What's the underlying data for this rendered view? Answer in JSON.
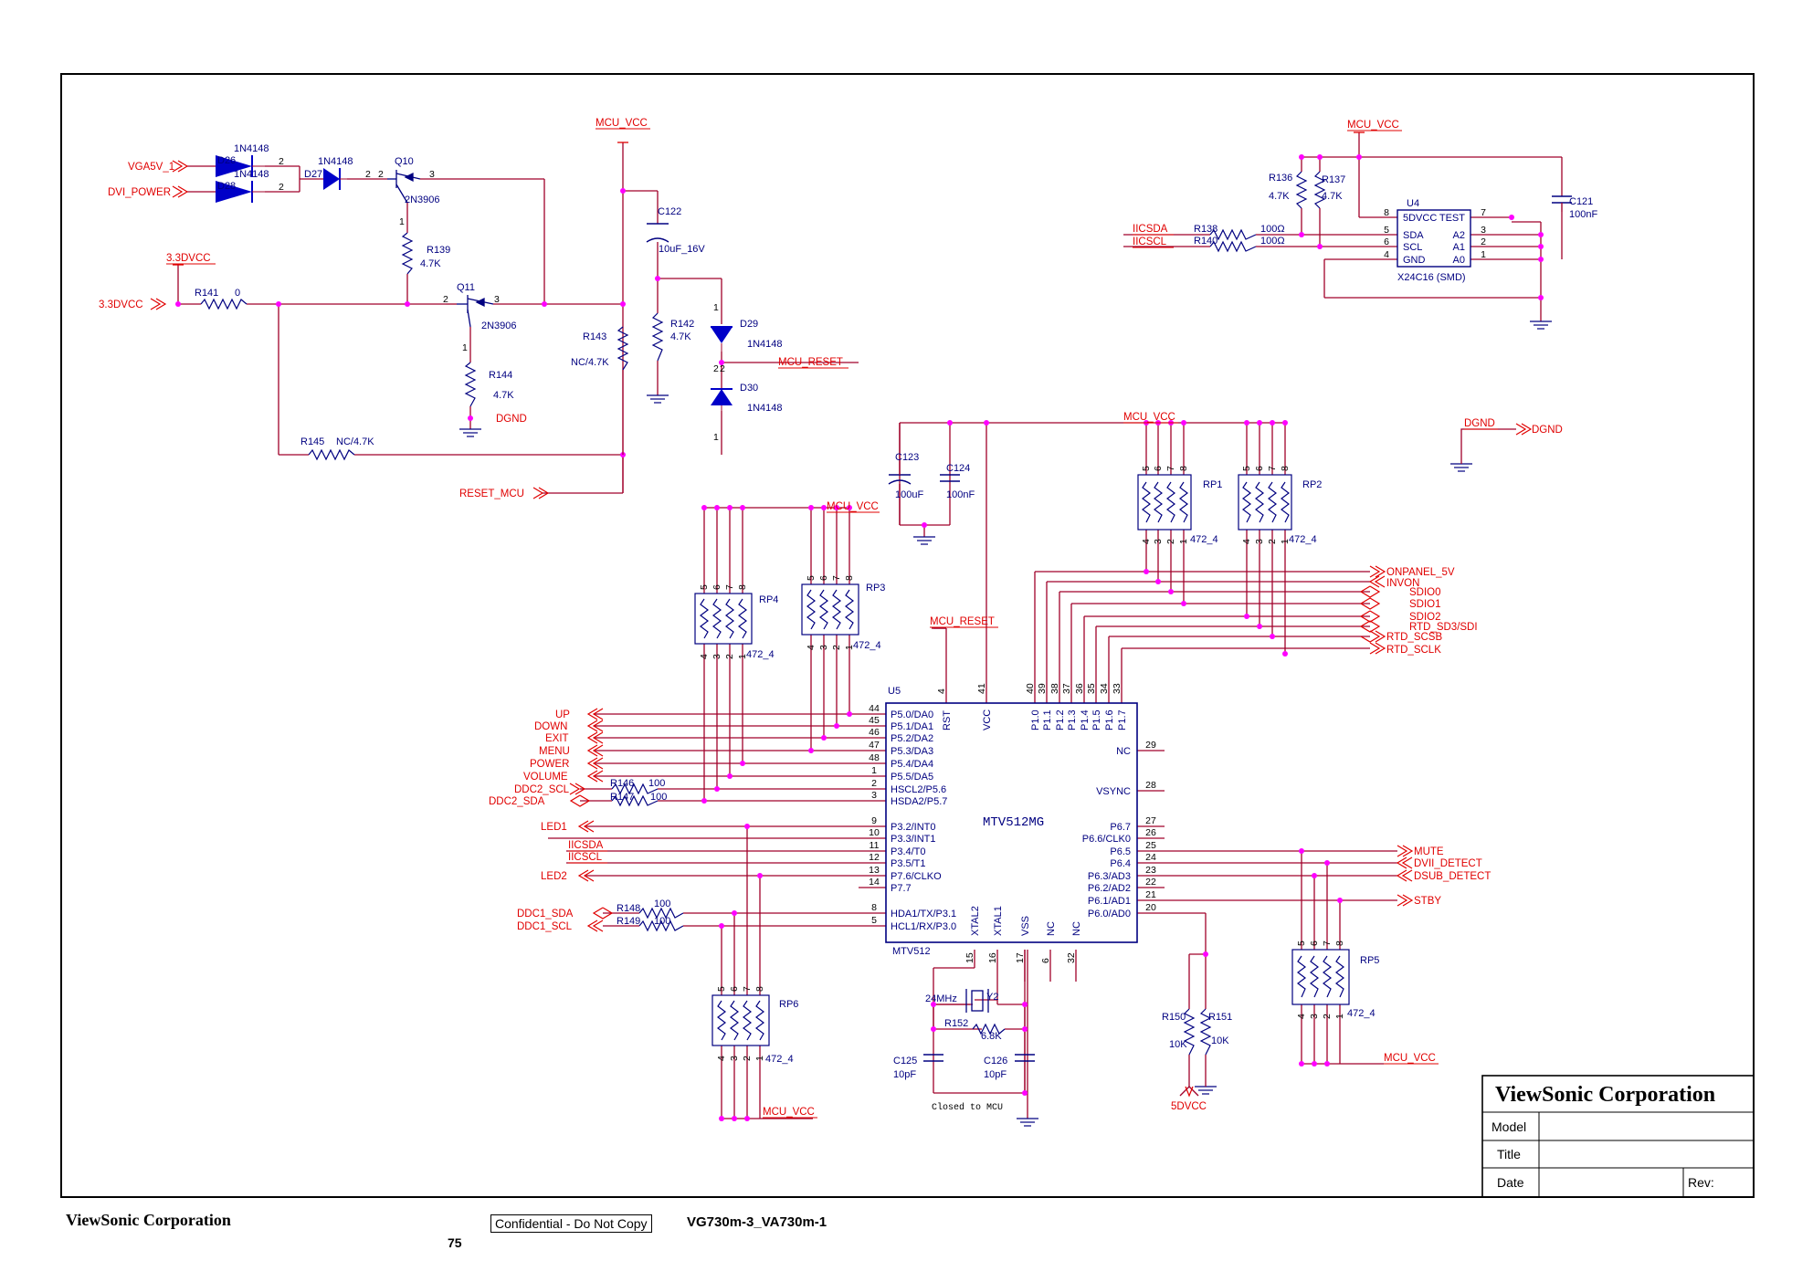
{
  "colors": {
    "wire": "#a0002a",
    "net": "#e00000",
    "part": "#000080",
    "pin": "#000000",
    "junction": "#ff00ff",
    "diode": "#0000c8"
  },
  "icons": [
    "ground-icon",
    "arrow-port-icon",
    "resistor-icon",
    "diode-icon",
    "capacitor-icon",
    "transistor-icon"
  ],
  "nets": {
    "vga5v_1": "VGA5V_1",
    "dvi_power": "DVI_POWER",
    "vcc33_port": "3.3DVCC",
    "vcc33_top": "3.3DVCC",
    "mcu_vcc_top": "MCU_VCC",
    "mcu_reset_top": "MCU_RESET",
    "reset_mcu": "RESET_MCU",
    "dgnd1": "DGND",
    "mcu_vcc_eeprom": "MCU_VCC",
    "iicsda": "IICSDA",
    "iicscl": "IICSCL",
    "mcu_vcc_rp": "MCU_VCC",
    "dgnd2": "DGND",
    "dgnd2_port": "DGND",
    "mcu_vcc_rp3": "MCU_VCC",
    "mcu_reset_u5": "MCU_RESET",
    "mcu_vcc_rp6": "MCU_VCC",
    "mcu_vcc_rp5": "MCU_VCC",
    "dvcc5": "5DVCC",
    "onpanel": "ONPANEL_5V",
    "invon": "INVON",
    "sdio0": "SDIO0",
    "sdio1": "SDIO1",
    "sdio2": "SDIO2",
    "rtd_sd3": "RTD_SD3/SDI",
    "rtd_scsb": "RTD_SCSB",
    "rtd_sclk": "RTD_SCLK",
    "mute": "MUTE",
    "dvii": "DVII_DETECT",
    "dsub": "DSUB_DETECT",
    "stby": "STBY",
    "up": "UP",
    "down": "DOWN",
    "exit": "EXIT",
    "menu": "MENU",
    "power": "POWER",
    "volume": "VOLUME",
    "ddc2_scl": "DDC2_SCL",
    "ddc2_sda": "DDC2_SDA",
    "led1": "LED1",
    "iicsda_u5": "IICSDA",
    "iicscl_u5": "IICSCL",
    "led2": "LED2",
    "ddc1_sda": "DDC1_SDA",
    "ddc1_scl": "DDC1_SCL"
  },
  "parts": {
    "d26_ref": "D26",
    "d26_val": "1N4148",
    "d28_ref": "D28",
    "d28_val": "1N4148",
    "d27_ref": "D27",
    "d27_val": "1N4148",
    "q10_ref": "Q10",
    "q10_val": "2N3906",
    "r139_ref": "R139",
    "r139_val": "4.7K",
    "r141_ref": "R141",
    "r141_val": "0",
    "q11_ref": "Q11",
    "q11_val": "2N3906",
    "r144_ref": "R144",
    "r144_val": "4.7K",
    "r145_ref": "R145",
    "r145_val": "NC/4.7K",
    "r143_ref": "R143",
    "r143_val": "NC/4.7K",
    "c122_ref": "C122",
    "c122_val": "10uF_16V",
    "r142_ref": "R142",
    "r142_val": "4.7K",
    "d29_ref": "D29",
    "d29_val": "1N4148",
    "d30_ref": "D30",
    "d30_val": "1N4148",
    "r136_ref": "R136",
    "r136_val": "4.7K",
    "r137_ref": "R137",
    "r137_val": "4.7K",
    "r138_ref": "R138",
    "r138_val": "100Ω",
    "r140_ref": "R140",
    "r140_val": "100Ω",
    "u4_ref": "U4",
    "u4_val": "X24C16 (SMD)",
    "c121_ref": "C121",
    "c121_val": "100nF",
    "c123_ref": "C123",
    "c123_val": "100uF",
    "c124_ref": "C124",
    "c124_val": "100nF",
    "rp1_ref": "RP1",
    "rp1_val": "472_4",
    "rp2_ref": "RP2",
    "rp2_val": "472_4",
    "rp3_ref": "RP3",
    "rp3_val": "472_4",
    "rp4_ref": "RP4",
    "rp4_val": "472_4",
    "rp5_ref": "RP5",
    "rp5_val": "472_4",
    "rp6_ref": "RP6",
    "rp6_val": "472_4",
    "u5_ref": "U5",
    "u5_val": "MTV512",
    "u5_name": "MTV512MG",
    "r146_ref": "R146",
    "r146_val": "100",
    "r147_ref": "R147",
    "r147_val": "100",
    "r148_ref": "R148",
    "r148_val": "100",
    "r149_ref": "R149",
    "r149_val": "100",
    "y2_ref": "Y2",
    "y2_val": "24MHz",
    "r152_ref": "R152",
    "r152_val": "6.8K",
    "c125_ref": "C125",
    "c125_val": "10pF",
    "c126_ref": "C126",
    "c126_val": "10pF",
    "r150_ref": "R150",
    "r150_val": "10K",
    "r151_ref": "R151",
    "r151_val": "10K",
    "closed_note": "Closed to MCU"
  },
  "u4_pins": {
    "left": [
      {
        "num": "8",
        "name": "5DVCC"
      },
      {
        "num": "5",
        "name": "SDA"
      },
      {
        "num": "6",
        "name": "SCL"
      },
      {
        "num": "4",
        "name": "GND"
      }
    ],
    "right": [
      {
        "num": "7",
        "name": "TEST"
      },
      {
        "num": "3",
        "name": "A2"
      },
      {
        "num": "2",
        "name": "A1"
      },
      {
        "num": "1",
        "name": "A0"
      }
    ]
  },
  "u5_pins": {
    "left": [
      {
        "num": "44",
        "name": "P5.0/DA0"
      },
      {
        "num": "45",
        "name": "P5.1/DA1"
      },
      {
        "num": "46",
        "name": "P5.2/DA2"
      },
      {
        "num": "47",
        "name": "P5.3/DA3"
      },
      {
        "num": "48",
        "name": "P5.4/DA4"
      },
      {
        "num": "1",
        "name": "P5.5/DA5"
      },
      {
        "num": "2",
        "name": "HSCL2/P5.6"
      },
      {
        "num": "3",
        "name": "HSDA2/P5.7"
      },
      {
        "num": "9",
        "name": "P3.2/INT0"
      },
      {
        "num": "10",
        "name": "P3.3/INT1"
      },
      {
        "num": "11",
        "name": "P3.4/T0"
      },
      {
        "num": "12",
        "name": "P3.5/T1"
      },
      {
        "num": "13",
        "name": "P7.6/CLKO"
      },
      {
        "num": "14",
        "name": "P7.7"
      },
      {
        "num": "8",
        "name": "HDA1/TX/P3.1"
      },
      {
        "num": "5",
        "name": "HCL1/RX/P3.0"
      }
    ],
    "right": [
      {
        "num": "29",
        "name": "NC"
      },
      {
        "num": "28",
        "name": "VSYNC"
      },
      {
        "num": "27",
        "name": "P6.7"
      },
      {
        "num": "26",
        "name": "P6.6/CLK0"
      },
      {
        "num": "25",
        "name": "P6.5"
      },
      {
        "num": "24",
        "name": "P6.4"
      },
      {
        "num": "23",
        "name": "P6.3/AD3"
      },
      {
        "num": "22",
        "name": "P6.2/AD2"
      },
      {
        "num": "21",
        "name": "P6.1/AD1"
      },
      {
        "num": "20",
        "name": "P6.0/AD0"
      }
    ],
    "top": [
      {
        "num": "4",
        "name": "RST"
      },
      {
        "num": "41",
        "name": "VCC"
      },
      {
        "num": "40",
        "name": "P1.0"
      },
      {
        "num": "39",
        "name": "P1.1"
      },
      {
        "num": "38",
        "name": "P1.2"
      },
      {
        "num": "37",
        "name": "P1.3"
      },
      {
        "num": "36",
        "name": "P1.4"
      },
      {
        "num": "35",
        "name": "P1.5"
      },
      {
        "num": "34",
        "name": "P1.6"
      },
      {
        "num": "33",
        "name": "P1.7"
      }
    ],
    "bottom": [
      {
        "num": "15",
        "name": "XTAL2"
      },
      {
        "num": "16",
        "name": "XTAL1"
      },
      {
        "num": "17",
        "name": "VSS"
      },
      {
        "num": "6",
        "name": "NC"
      },
      {
        "num": "32",
        "name": "NC"
      }
    ]
  },
  "rp_pins": {
    "top": [
      "5",
      "6",
      "7",
      "8"
    ],
    "bottom": [
      "4",
      "3",
      "2",
      "1"
    ]
  },
  "pin_nums": {
    "d26_2": "2",
    "d28_2": "2",
    "d27_2": "2",
    "q10_2": "2",
    "q10_3": "3",
    "q10_1": "1",
    "q11_2": "2",
    "q11_3": "3",
    "q11_1": "1",
    "d29_1": "1",
    "d29_2": "2",
    "d30_2": "2",
    "d30_1": "1"
  },
  "title_block": {
    "company": "ViewSonic Corporation",
    "model_label": "Model",
    "title_label": "Title",
    "date_label": "Date",
    "rev_label": "Rev:"
  },
  "footer": {
    "company": "ViewSonic Corporation",
    "page": "75",
    "confidential": "Confidential - Do Not Copy",
    "model": "VG730m-3_VA730m-1"
  }
}
